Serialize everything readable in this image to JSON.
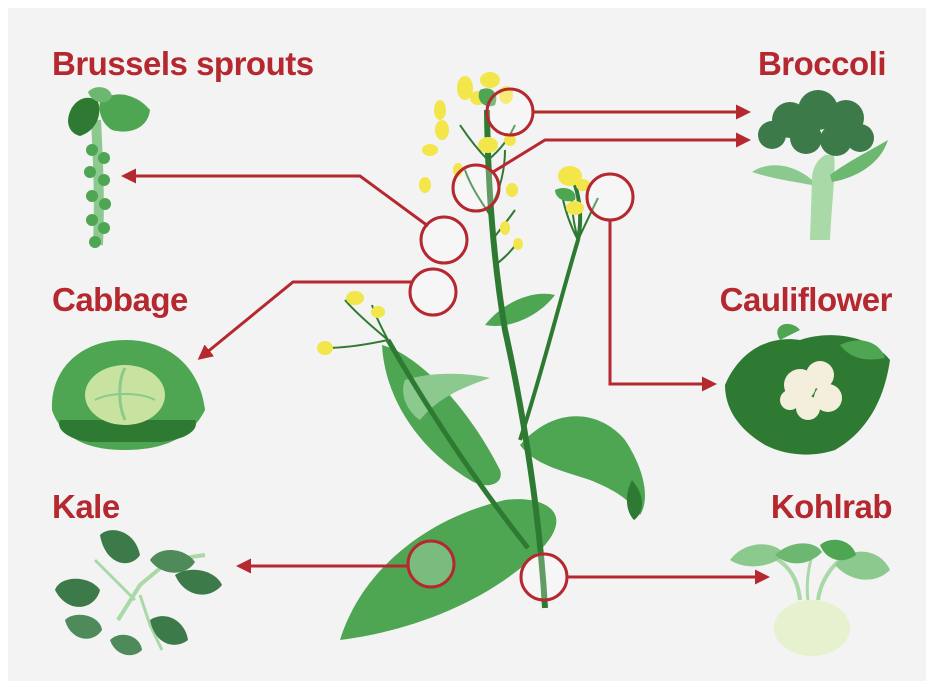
{
  "labels": {
    "brussels": "Brussels sprouts",
    "broccoli": "Broccoli",
    "cabbage": "Cabbage",
    "cauliflower": "Cauliflower",
    "kale": "Kale",
    "kohlrab": "Kohlrab"
  },
  "colors": {
    "label": "#b5282f",
    "arrow": "#b5282f",
    "stem": "#2f7a32",
    "leaf": "#4ea653",
    "leaf_light": "#8cc98e",
    "flower": "#f2e64a",
    "background": "#f3f3f3"
  },
  "icons": [
    "brussels-sprouts-icon",
    "broccoli-icon",
    "cabbage-icon",
    "cauliflower-icon",
    "kale-icon",
    "kohlrabi-icon",
    "mustard-plant-icon"
  ]
}
